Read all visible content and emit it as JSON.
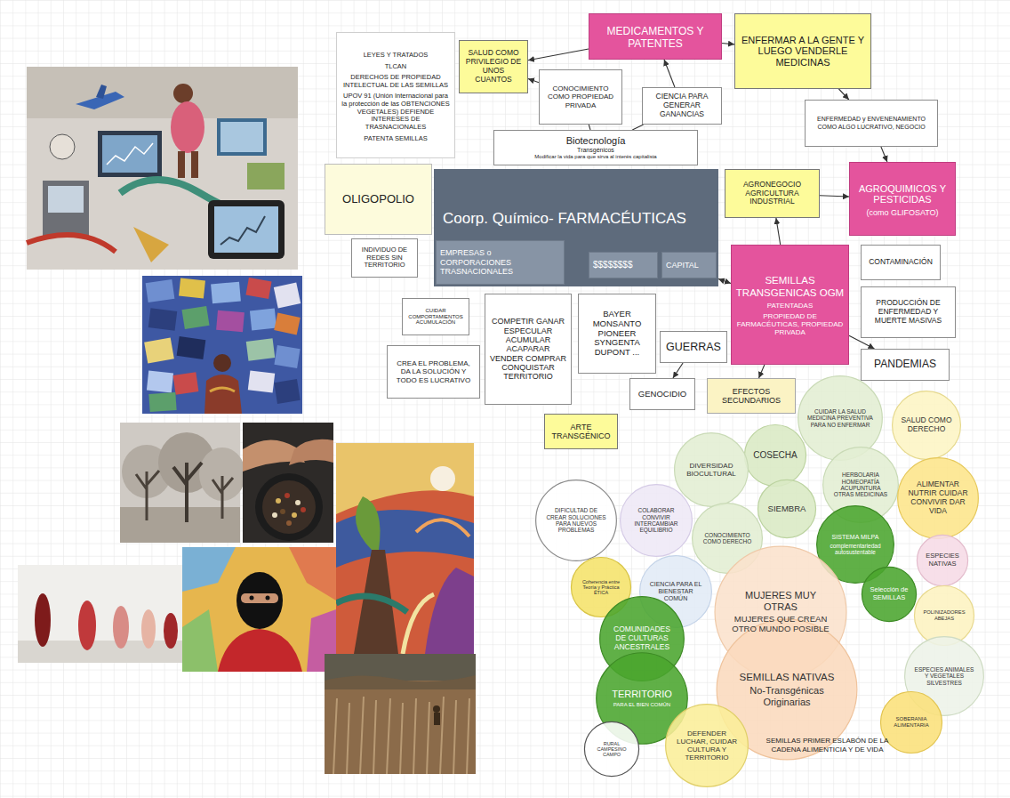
{
  "diagram": {
    "nodes": [
      {
        "text": [
          "LEYES Y TRATADOS",
          "TLCAN",
          "DERECHOS DE PROPIEDAD INTELECTUAL DE LAS SEMILLAS",
          "UPOV 91 (Unión Internacional para la protección de las OBTENCIONES VEGETALES) DEFIENDE INTERESES DE TRASNACIONALES",
          "PATENTA SEMILLAS"
        ]
      },
      {
        "text": [
          "SALUD COMO PRIVILEGIO DE UNOS CUANTOS"
        ]
      },
      {
        "text": [
          "MEDICAMENTOS Y PATENTES"
        ]
      },
      {
        "text": [
          "ENFERMAR A LA GENTE Y LUEGO VENDERLE MEDICINAS"
        ]
      },
      {
        "text": [
          "CONOCIMIENTO COMO PROPIEDAD PRIVADA"
        ]
      },
      {
        "text": [
          "CIENCIA PARA GENERAR GANANCIAS"
        ]
      },
      {
        "text": [
          "ENFERMEDAD y ENVENENAMIENTO COMO ALGO LUCRATIVO, NEGOCIO"
        ]
      },
      {
        "text": [
          "Biotecnología",
          "Transgénicos",
          "Modificar la vida para que sirva al interés capitalista"
        ]
      },
      {
        "text": [
          "OLIGOPOLIO"
        ]
      },
      {
        "text": [
          "Coorp. Químico- FARMACÉUTICAS"
        ]
      },
      {
        "text": [
          "EMPRESAS o CORPORACIONES TRASNACIONALES"
        ],
        "in": 9
      },
      {
        "text": [
          "$$$$$$$$"
        ],
        "in": 9
      },
      {
        "text": [
          "CAPITAL"
        ],
        "in": 9
      },
      {
        "text": [
          "AGRONEGOCIO AGRICULTURA INDUSTRIAL"
        ]
      },
      {
        "text": [
          "AGROQUIMICOS Y PESTICIDAS",
          "(como GLIFOSATO)"
        ]
      },
      {
        "text": [
          "INDIVIDUO DE REDES SIN TERRITORIO"
        ]
      },
      {
        "text": [
          "SEMILLAS TRANSGENICAS OGM",
          "PATENTADAS",
          "PROPIEDAD DE FARMACÉUTICAS, PROPIEDAD PRIVADA"
        ]
      },
      {
        "text": [
          "CONTAMINACIÓN"
        ]
      },
      {
        "text": [
          "CUIDAR COMPORTAMIENTOS ACUMULACIÓN"
        ]
      },
      {
        "text": [
          "COMPETIR GANAR ESPECULAR ACUMULAR ACAPARAR VENDER COMPRAR CONQUISTAR TERRITORIO"
        ]
      },
      {
        "text": [
          "BAYER MONSANTO PIONEER SYNGENTA DUPONT ..."
        ]
      },
      {
        "text": [
          "PRODUCCIÓN DE ENFERMEDAD Y MUERTE MASIVAS"
        ]
      },
      {
        "text": [
          "GUERRAS"
        ]
      },
      {
        "text": [
          "CREA EL PROBLEMA, DA LA SOLUCIÓN Y TODO ES LUCRATIVO"
        ]
      },
      {
        "text": [
          "PANDEMIAS"
        ]
      },
      {
        "text": [
          "GENOCIDIO"
        ]
      },
      {
        "text": [
          "EFECTOS SECUNDARIOS"
        ]
      },
      {
        "text": [
          "ARTE TRANSGÉNICO"
        ]
      },
      {
        "text": [
          "CUIDAR LA SALUD MEDICINA PREVENTIVA PARA NO ENFERMAR"
        ]
      },
      {
        "text": [
          "SALUD COMO DERECHO"
        ]
      },
      {
        "text": [
          "COSECHA"
        ]
      },
      {
        "text": [
          "DIVERSIDAD BIOCULTURAL"
        ]
      },
      {
        "text": [
          "HERBOLARIA HOMEOPATÍA ACUPUNTURA OTRAS MEDICINAS"
        ]
      },
      {
        "text": [
          "ALIMENTAR NUTRIR CUIDAR CONVIVIR DAR VIDA"
        ]
      },
      {
        "text": [
          "SIEMBRA"
        ]
      },
      {
        "text": [
          "DIFICULTAD DE CREAR SOLUCIONES PARA NUEVOS PROBLEMAS"
        ]
      },
      {
        "text": [
          "COLABORAR CONVIVIR INTERCAMBIAR EQUILIBRIO"
        ]
      },
      {
        "text": [
          "CONOCIMIENTO COMO DERECHO"
        ]
      },
      {
        "text": [
          "SISTEMA MILPA",
          "complementariedad autosustentable"
        ]
      },
      {
        "text": [
          "ESPECIES NATIVAS"
        ]
      },
      {
        "text": [
          "Coherencia entre Teoría y Práctica ÉTICA"
        ]
      },
      {
        "text": [
          "CIENCIA PARA EL BIENESTAR COMÚN"
        ]
      },
      {
        "text": [
          "Selección de SEMILLAS"
        ]
      },
      {
        "text": [
          "MUJERES MUY OTRAS",
          "MUJERES QUE CREAN OTRO MUNDO POSIBLE"
        ]
      },
      {
        "text": [
          "POLINIZADORES ABEJAS"
        ]
      },
      {
        "text": [
          "COMUNIDADES DE CULTURAS ANCESTRALES"
        ]
      },
      {
        "text": [
          "SEMILLAS NATIVAS",
          "No-Transgénicas Originarias"
        ]
      },
      {
        "text": [
          "ESPECIES ANIMALES Y VEGETALES SILVESTRES"
        ]
      },
      {
        "text": [
          "TERRITORIO",
          "PARA EL BIEN COMÚN"
        ]
      },
      {
        "text": [
          "SOBERANIA ALIMENTARIA"
        ]
      },
      {
        "text": [
          "RURAL CAMPESINO CAMPO"
        ]
      },
      {
        "text": [
          "DEFENDER LUCHAR, CUIDAR CULTURA Y TERRITORIO"
        ]
      }
    ],
    "edges": [
      {
        "from": 2,
        "to": 1,
        "arrow": "to"
      },
      {
        "from": 2,
        "to": 3,
        "arrow": "to"
      },
      {
        "from": 7,
        "to": 4,
        "arrow": "none"
      },
      {
        "from": 7,
        "to": 5,
        "arrow": "none"
      },
      {
        "from": 4,
        "to": 1,
        "arrow": "to"
      },
      {
        "from": 5,
        "to": 2,
        "arrow": "to"
      },
      {
        "from": 3,
        "to": 6,
        "arrow": "to"
      },
      {
        "from": 6,
        "to": 14,
        "arrow": "to"
      },
      {
        "from": 13,
        "to": 14,
        "arrow": "to"
      },
      {
        "from": 9,
        "to": 16,
        "arrow": "both"
      },
      {
        "from": 16,
        "to": 13,
        "arrow": "to"
      },
      {
        "from": 16,
        "to": 24,
        "arrow": "to"
      },
      {
        "from": 22,
        "to": 25,
        "arrow": "to"
      },
      {
        "from": 16,
        "to": 26,
        "arrow": "to"
      }
    ],
    "labels": [
      "SEMILLAS PRIMER ESLABÓN DE LA CADENA ALIMENTICIA Y DE VIDA"
    ]
  }
}
